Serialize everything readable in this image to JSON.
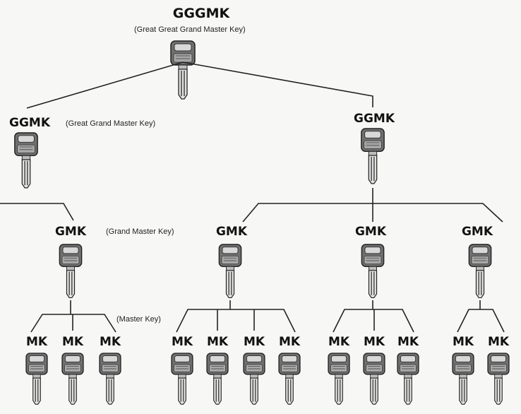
{
  "root": {
    "code": "GGGMK",
    "desc": "(Great Great Grand Master Key)"
  },
  "ggmk": [
    {
      "code": "GGMK",
      "desc": "(Great Grand Master Key)"
    },
    {
      "code": "GGMK"
    }
  ],
  "gmk": [
    {
      "code": "GMK",
      "desc": "(Grand Master Key)"
    },
    {
      "code": "GMK"
    },
    {
      "code": "GMK"
    },
    {
      "code": "GMK"
    }
  ],
  "master_key_label": "(Master Key)",
  "mk_label": "MK",
  "mk_groups": [
    3,
    4,
    3,
    2
  ]
}
